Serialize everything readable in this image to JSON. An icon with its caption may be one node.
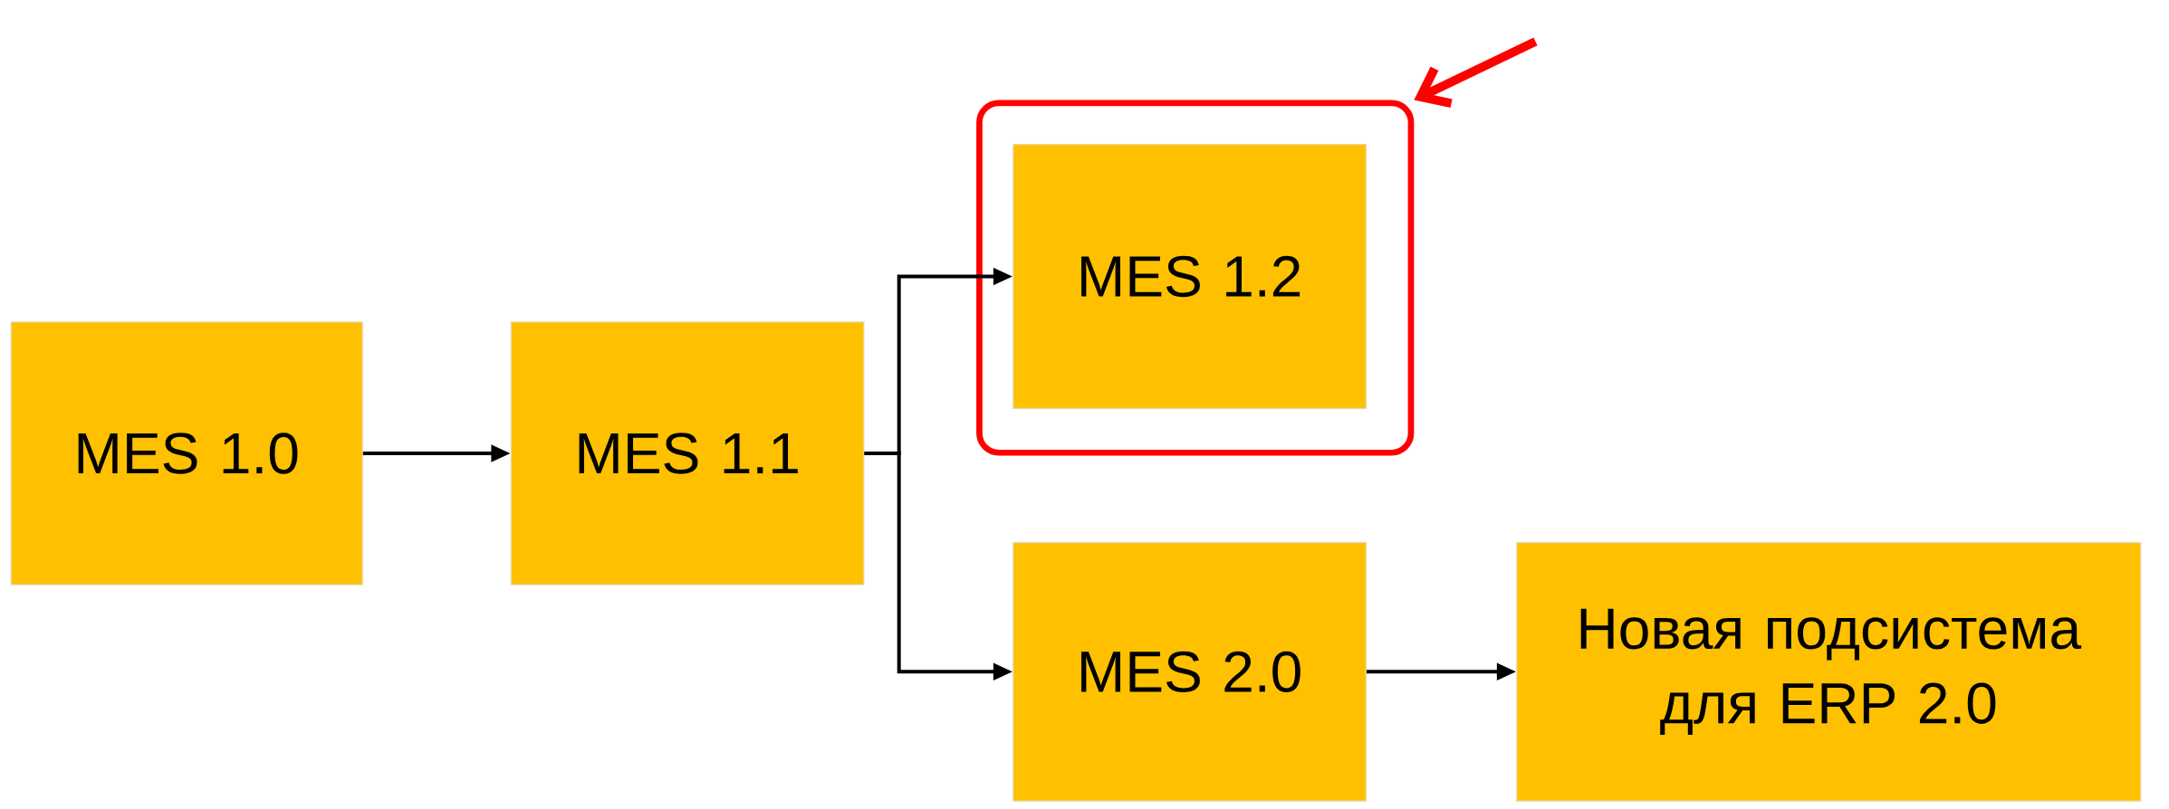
{
  "diagram": {
    "nodes": [
      {
        "text": [
          "MES 1.0"
        ]
      },
      {
        "text": [
          "MES 1.1"
        ]
      },
      {
        "text": [],
        "shape": "box"
      },
      {
        "text": [
          "MES 1.2"
        ],
        "in": 2
      },
      {
        "text": [
          "MES 2.0"
        ]
      },
      {
        "text": [
          "Новая подсистема для ERP 2.0"
        ]
      }
    ],
    "edges": [
      {
        "from": 0,
        "to": 1,
        "arrow": "to"
      },
      {
        "from": 1,
        "to": 3,
        "arrow": "to"
      },
      {
        "from": 1,
        "to": 4,
        "arrow": "to"
      },
      {
        "from": 4,
        "to": 5,
        "arrow": "to"
      },
      {
        "from": null,
        "to": 2,
        "arrow": "to",
        "style": "thick",
        "color": "#ff0000"
      }
    ]
  }
}
